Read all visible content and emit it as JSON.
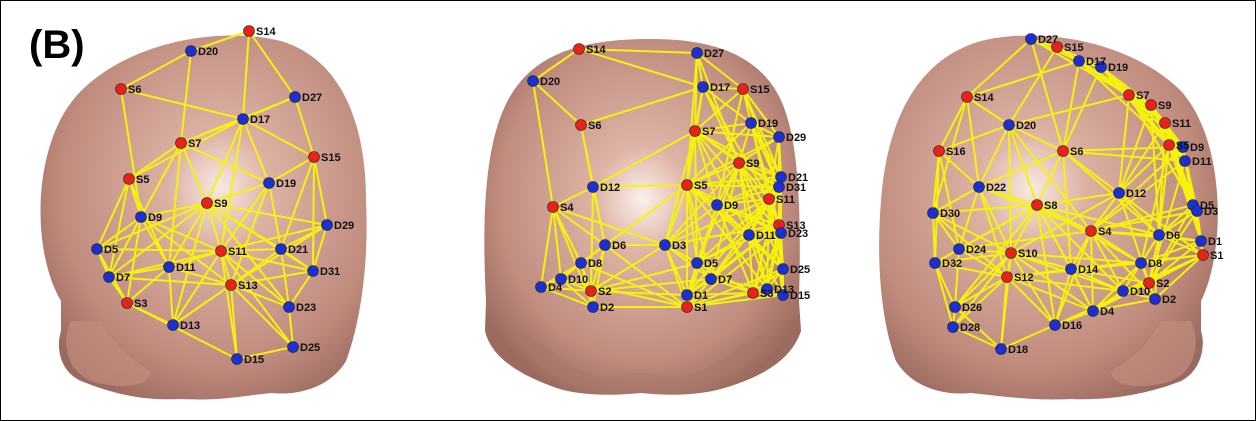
{
  "panel_label": "(B)",
  "colors": {
    "source": "#e8221b",
    "detector": "#1c2fd1",
    "channel": "#f6f20e",
    "head": "#c9968a"
  },
  "views": [
    {
      "id": "left",
      "optodes": [
        {
          "label": "S14",
          "type": "source"
        },
        {
          "label": "D20",
          "type": "detector"
        },
        {
          "label": "S6",
          "type": "source"
        },
        {
          "label": "D27",
          "type": "detector"
        },
        {
          "label": "D17",
          "type": "detector"
        },
        {
          "label": "S7",
          "type": "source"
        },
        {
          "label": "S15",
          "type": "source"
        },
        {
          "label": "S5",
          "type": "source"
        },
        {
          "label": "D19",
          "type": "detector"
        },
        {
          "label": "S9",
          "type": "source"
        },
        {
          "label": "D9",
          "type": "detector"
        },
        {
          "label": "D29",
          "type": "detector"
        },
        {
          "label": "D5",
          "type": "detector"
        },
        {
          "label": "S11",
          "type": "source"
        },
        {
          "label": "D21",
          "type": "detector"
        },
        {
          "label": "D11",
          "type": "detector"
        },
        {
          "label": "D31",
          "type": "detector"
        },
        {
          "label": "D7",
          "type": "detector"
        },
        {
          "label": "S13",
          "type": "source"
        },
        {
          "label": "S3",
          "type": "source"
        },
        {
          "label": "D23",
          "type": "detector"
        },
        {
          "label": "D13",
          "type": "detector"
        },
        {
          "label": "D25",
          "type": "detector"
        },
        {
          "label": "D15",
          "type": "detector"
        }
      ]
    },
    {
      "id": "center",
      "optodes": [
        {
          "label": "S14",
          "type": "source"
        },
        {
          "label": "D27",
          "type": "detector"
        },
        {
          "label": "D20",
          "type": "detector"
        },
        {
          "label": "D17",
          "type": "detector"
        },
        {
          "label": "S15",
          "type": "source"
        },
        {
          "label": "S6",
          "type": "source"
        },
        {
          "label": "S7",
          "type": "source"
        },
        {
          "label": "D19",
          "type": "detector"
        },
        {
          "label": "D29",
          "type": "detector"
        },
        {
          "label": "S9",
          "type": "source"
        },
        {
          "label": "D12",
          "type": "detector"
        },
        {
          "label": "S5",
          "type": "source"
        },
        {
          "label": "D21",
          "type": "detector"
        },
        {
          "label": "D31",
          "type": "detector"
        },
        {
          "label": "S11",
          "type": "source"
        },
        {
          "label": "S4",
          "type": "source"
        },
        {
          "label": "D9",
          "type": "detector"
        },
        {
          "label": "S13",
          "type": "source"
        },
        {
          "label": "D11",
          "type": "detector"
        },
        {
          "label": "D23",
          "type": "detector"
        },
        {
          "label": "D6",
          "type": "detector"
        },
        {
          "label": "D3",
          "type": "detector"
        },
        {
          "label": "D8",
          "type": "detector"
        },
        {
          "label": "D5",
          "type": "detector"
        },
        {
          "label": "D25",
          "type": "detector"
        },
        {
          "label": "D10",
          "type": "detector"
        },
        {
          "label": "D7",
          "type": "detector"
        },
        {
          "label": "S2",
          "type": "source"
        },
        {
          "label": "D4",
          "type": "detector"
        },
        {
          "label": "D1",
          "type": "detector"
        },
        {
          "label": "S3",
          "type": "source"
        },
        {
          "label": "D13",
          "type": "detector"
        },
        {
          "label": "D15",
          "type": "detector"
        },
        {
          "label": "D2",
          "type": "detector"
        },
        {
          "label": "S1",
          "type": "source"
        }
      ]
    },
    {
      "id": "right",
      "optodes": [
        {
          "label": "D27",
          "type": "detector"
        },
        {
          "label": "S15",
          "type": "source"
        },
        {
          "label": "D17",
          "type": "detector"
        },
        {
          "label": "D19",
          "type": "detector"
        },
        {
          "label": "S14",
          "type": "source"
        },
        {
          "label": "S7",
          "type": "source"
        },
        {
          "label": "S9",
          "type": "source"
        },
        {
          "label": "D20",
          "type": "detector"
        },
        {
          "label": "S11",
          "type": "source"
        },
        {
          "label": "S5",
          "type": "source"
        },
        {
          "label": "D9",
          "type": "detector"
        },
        {
          "label": "S16",
          "type": "source"
        },
        {
          "label": "S6",
          "type": "source"
        },
        {
          "label": "D11",
          "type": "detector"
        },
        {
          "label": "D22",
          "type": "detector"
        },
        {
          "label": "D12",
          "type": "detector"
        },
        {
          "label": "S8",
          "type": "source"
        },
        {
          "label": "D5",
          "type": "detector"
        },
        {
          "label": "D3",
          "type": "detector"
        },
        {
          "label": "D30",
          "type": "detector"
        },
        {
          "label": "S4",
          "type": "source"
        },
        {
          "label": "D6",
          "type": "detector"
        },
        {
          "label": "D1",
          "type": "detector"
        },
        {
          "label": "D24",
          "type": "detector"
        },
        {
          "label": "S10",
          "type": "source"
        },
        {
          "label": "S1",
          "type": "source"
        },
        {
          "label": "D32",
          "type": "detector"
        },
        {
          "label": "D14",
          "type": "detector"
        },
        {
          "label": "D8",
          "type": "detector"
        },
        {
          "label": "S12",
          "type": "source"
        },
        {
          "label": "S2",
          "type": "source"
        },
        {
          "label": "D10",
          "type": "detector"
        },
        {
          "label": "D2",
          "type": "detector"
        },
        {
          "label": "D4",
          "type": "detector"
        },
        {
          "label": "D26",
          "type": "detector"
        },
        {
          "label": "D16",
          "type": "detector"
        },
        {
          "label": "D28",
          "type": "detector"
        },
        {
          "label": "D18",
          "type": "detector"
        }
      ]
    }
  ]
}
